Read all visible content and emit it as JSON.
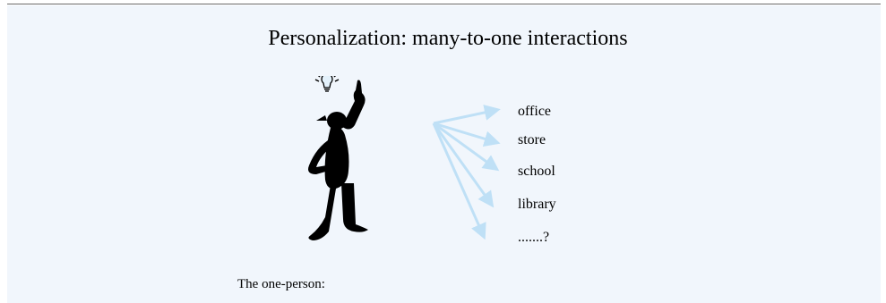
{
  "slide": {
    "title": "Personalization: many-to-one interactions",
    "caption": "The one-person:"
  },
  "destinations": [
    "office",
    "store",
    "school",
    "library",
    ".......?"
  ],
  "icons": {
    "figure": "thinking-person-icon",
    "idea": "lightbulb-icon"
  },
  "colors": {
    "background": "#f1f6fc",
    "arrow": "#bfe0f6",
    "rule": "#6b6b6b",
    "figure": "#000000"
  }
}
